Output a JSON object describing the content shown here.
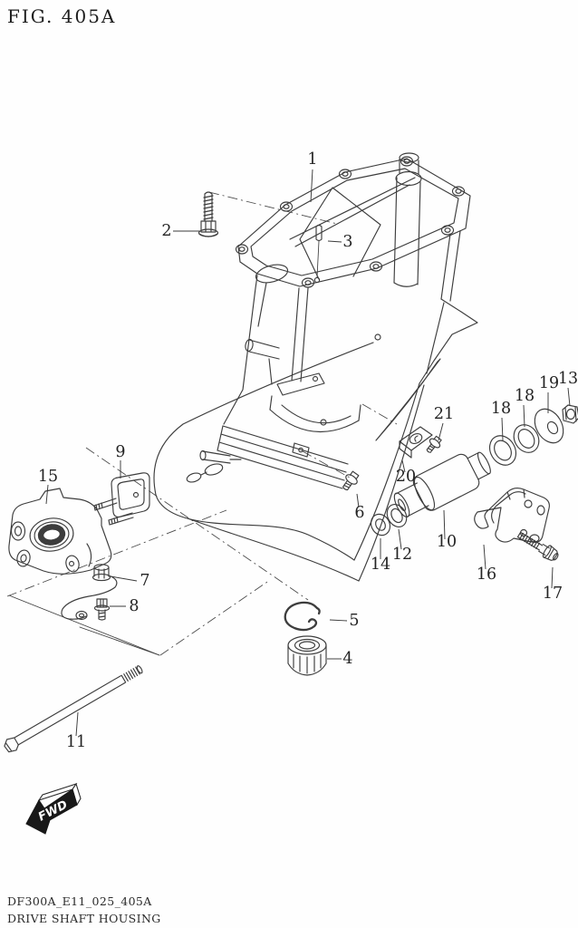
{
  "figure": {
    "title": "FIG. 405A"
  },
  "footer": {
    "drawing_code": "DF300A_E11_025_405A",
    "drawing_title": "DRIVE SHAFT HOUSING"
  },
  "fwd_marker": {
    "label": "FWD"
  },
  "callouts": [
    {
      "label": "1"
    },
    {
      "label": "2"
    },
    {
      "label": "3"
    },
    {
      "label": "4"
    },
    {
      "label": "5"
    },
    {
      "label": "6"
    },
    {
      "label": "7"
    },
    {
      "label": "8"
    },
    {
      "label": "9"
    },
    {
      "label": "10"
    },
    {
      "label": "11"
    },
    {
      "label": "12"
    },
    {
      "label": "13"
    },
    {
      "label": "14"
    },
    {
      "label": "15"
    },
    {
      "label": "16"
    },
    {
      "label": "17"
    },
    {
      "label": "18"
    },
    {
      "label": "18"
    },
    {
      "label": "19"
    },
    {
      "label": "20"
    },
    {
      "label": "21"
    }
  ],
  "colors": {
    "line": "#3d3d3d",
    "text": "#232323",
    "background": "#fefefe",
    "fwd_arrow_fill": "#181818"
  }
}
